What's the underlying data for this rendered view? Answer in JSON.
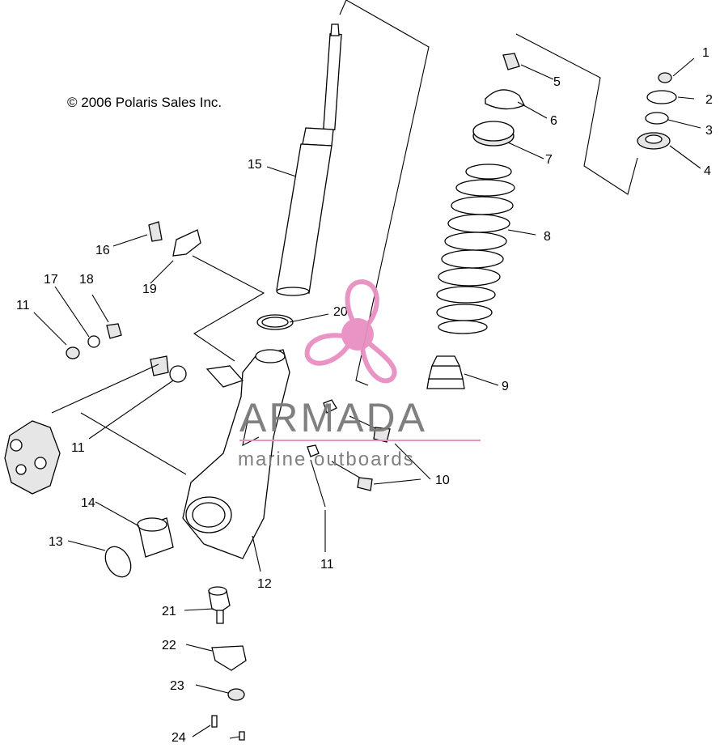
{
  "copyright": "© 2006 Polaris Sales Inc.",
  "watermark": {
    "brand": "ARMADA",
    "tagline": "marine outboards",
    "accent_color": "#e88fc1",
    "text_color": "#7a7a7a"
  },
  "callouts": {
    "c1": "1",
    "c2": "2",
    "c3": "3",
    "c4": "4",
    "c5": "5",
    "c6": "6",
    "c7": "7",
    "c8": "8",
    "c9": "9",
    "c10": "10",
    "c11a": "11",
    "c11b": "11",
    "c11c": "11",
    "c12": "12",
    "c13": "13",
    "c14": "14",
    "c15": "15",
    "c16": "16",
    "c17": "17",
    "c18": "18",
    "c19": "19",
    "c20": "20",
    "c21": "21",
    "c22": "22",
    "c23": "23",
    "c24": "24"
  }
}
